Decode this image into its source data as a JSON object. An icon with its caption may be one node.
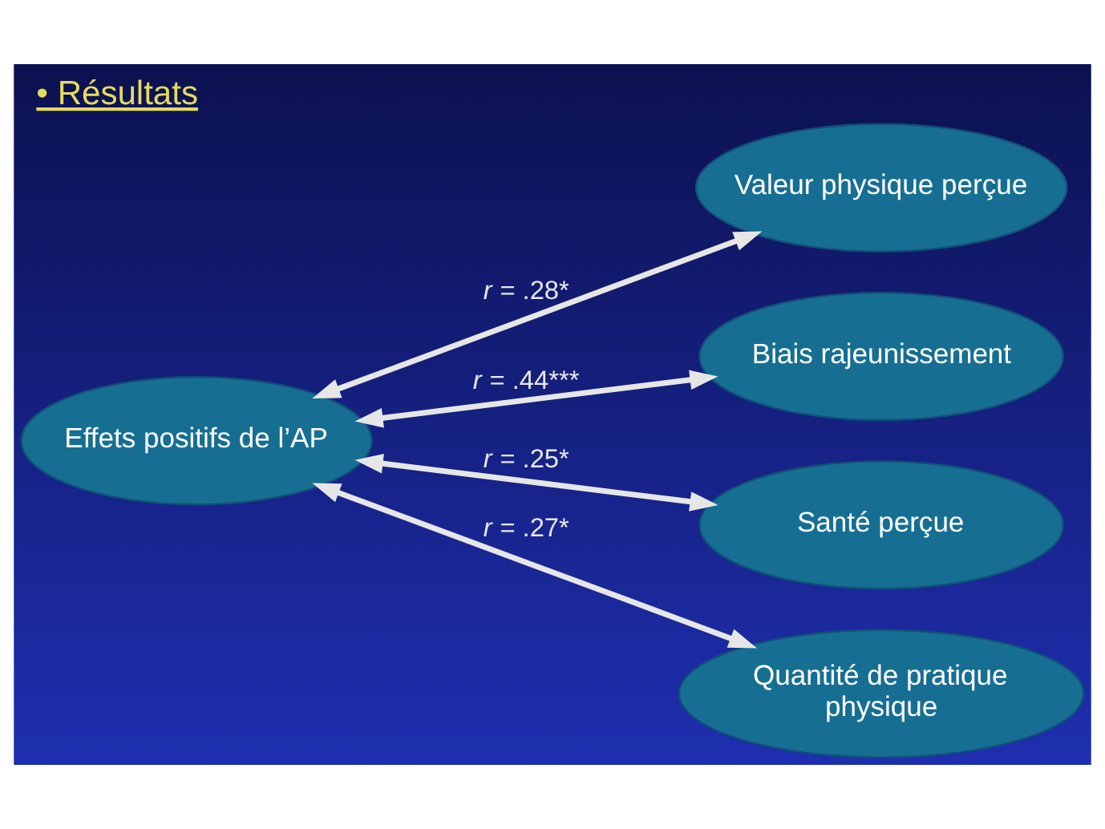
{
  "diagram": {
    "title": "• Résultats",
    "nodes": [
      {
        "text": [
          "Effets positifs de l’AP"
        ]
      },
      {
        "text": [
          "Valeur physique perçue"
        ]
      },
      {
        "text": [
          "Biais rajeunissement"
        ]
      },
      {
        "text": [
          "Santé perçue"
        ]
      },
      {
        "text": [
          "Quantité de pratique physique"
        ]
      }
    ],
    "edges": [
      {
        "from": 0,
        "to": 1,
        "arrow": "both",
        "label": "r = .28*"
      },
      {
        "from": 0,
        "to": 2,
        "arrow": "both",
        "label": "r = .44***"
      },
      {
        "from": 0,
        "to": 3,
        "arrow": "both",
        "label": "r = .25*"
      },
      {
        "from": 0,
        "to": 4,
        "arrow": "both",
        "label": "r = .27*"
      }
    ]
  }
}
